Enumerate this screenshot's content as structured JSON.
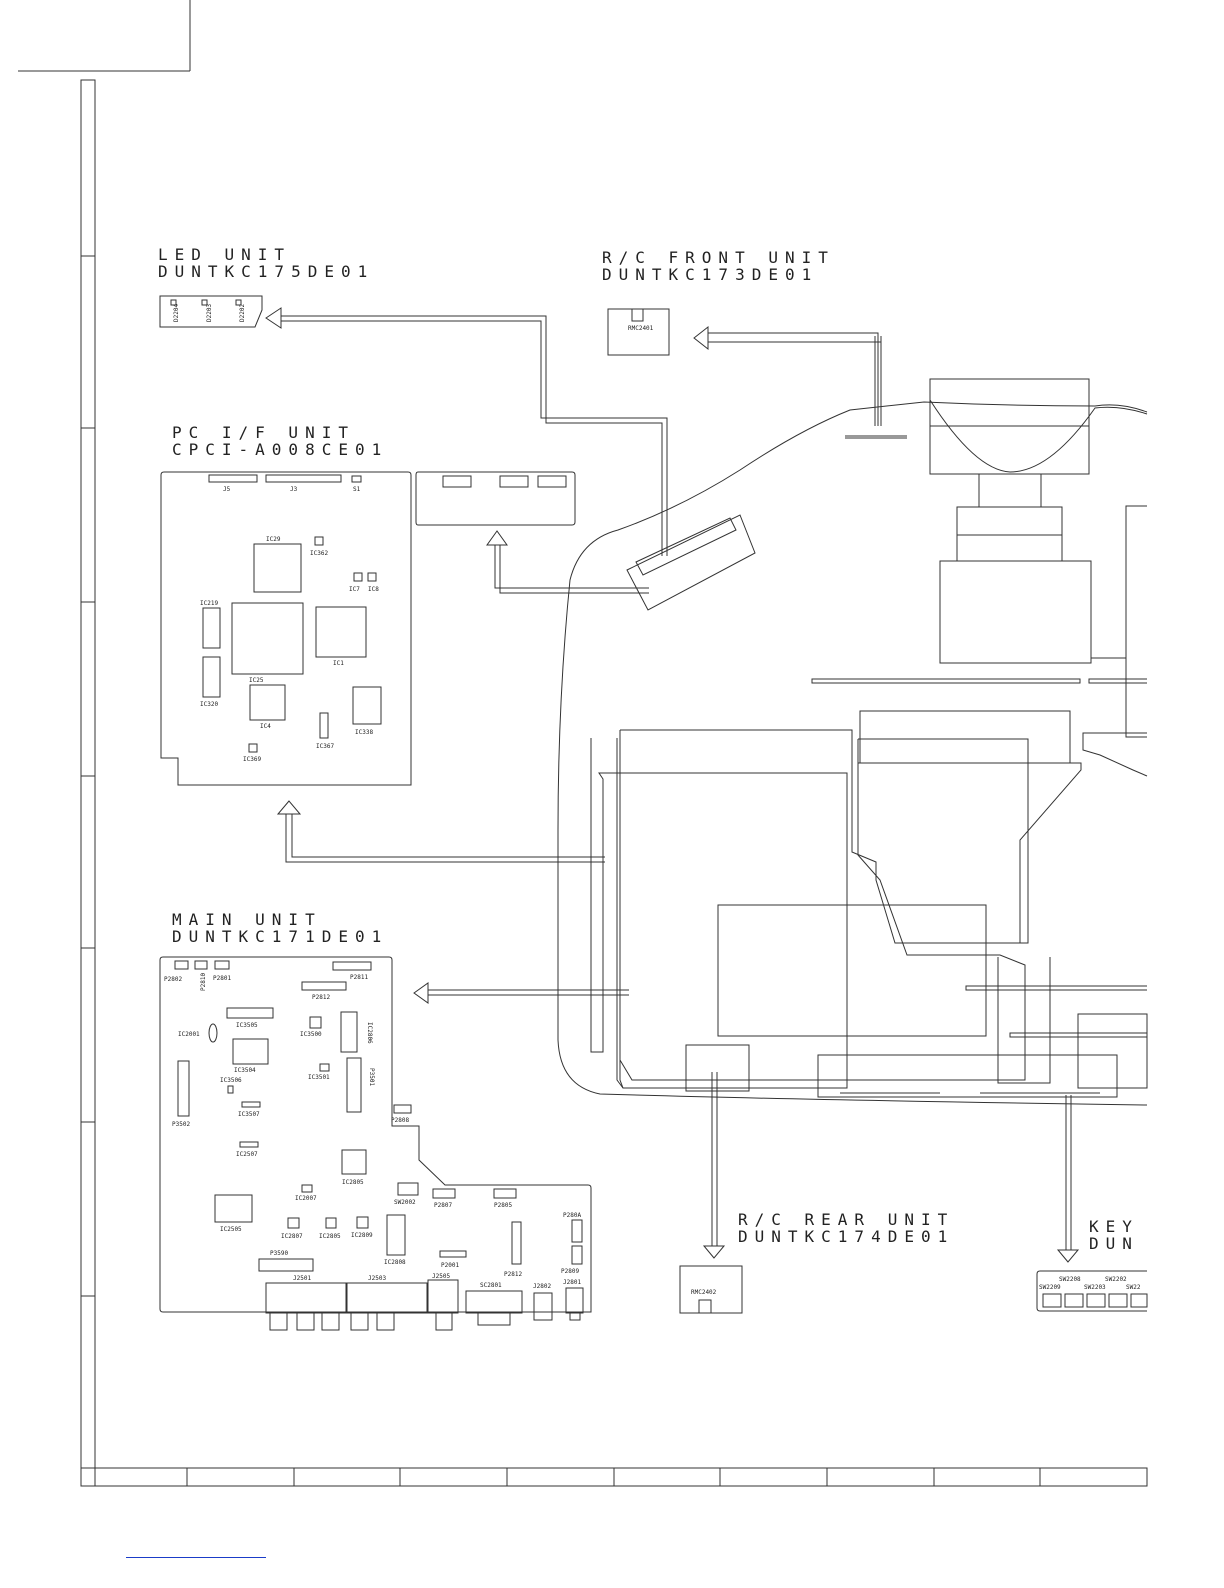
{
  "units": {
    "led": {
      "title": "LED UNIT",
      "code": "DUNTKC175DE01",
      "refs": [
        "D2204",
        "D2203",
        "D2202"
      ]
    },
    "rc_front": {
      "title": "R/C FRONT UNIT",
      "code": "DUNTKC173DE01",
      "refs": [
        "RMC2401"
      ]
    },
    "pc_if": {
      "title": "PC I/F UNIT",
      "code": "CPCI-A008CE01",
      "refs": [
        "J5",
        "J3",
        "S1",
        "IC29",
        "IC362",
        "IC7",
        "IC8",
        "IC219",
        "IC25",
        "IC1",
        "IC320",
        "IC4",
        "IC367",
        "IC338",
        "IC369"
      ]
    },
    "main": {
      "title": "MAIN UNIT",
      "code": "DUNTKC171DE01",
      "refs": [
        "P2802",
        "P2810",
        "P2801",
        "P2811",
        "P2812",
        "IC2001",
        "IC3505",
        "IC3500",
        "IC2806",
        "IC3504",
        "IC3506",
        "IC3501",
        "P3501",
        "IC3507",
        "P3502",
        "P2808",
        "IC2507",
        "IC2805",
        "IC2007",
        "SW2002",
        "P2807",
        "P2805",
        "P280A",
        "IC2505",
        "IC2807",
        "IC2805",
        "IC2809",
        "IC2808",
        "P2809",
        "P3590",
        "P2001",
        "P2812",
        "J2501",
        "J2503",
        "J2505",
        "SC2801",
        "J2802",
        "J2801"
      ]
    },
    "rc_rear": {
      "title": "R/C REAR UNIT",
      "code": "DUNTKC174DE01",
      "refs": [
        "RMC2402"
      ]
    },
    "key": {
      "title": "KEY",
      "code": "DUN",
      "refs": [
        "SW2208",
        "SW2202",
        "SW2209",
        "SW2203",
        "SW22"
      ]
    }
  },
  "colors": {
    "line": "#333333",
    "link": "#1a3cc8"
  }
}
